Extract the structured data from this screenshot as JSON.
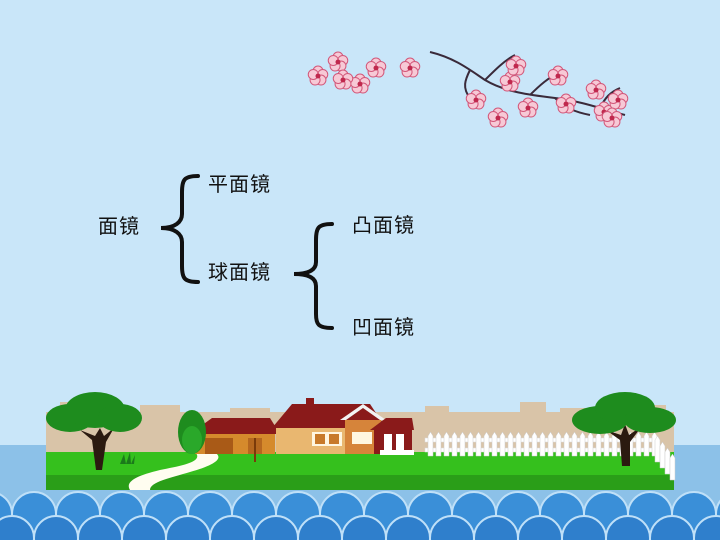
{
  "diagram": {
    "root": "面镜",
    "level1": [
      "平面镜",
      "球面镜"
    ],
    "level2": [
      "凸面镜",
      "凹面镜"
    ]
  },
  "decor": {
    "blossom_branch": "cherry-blossom-branch",
    "landscape": "house-landscape",
    "sky_color": "#c9e6f9",
    "water_color": "#3a8fd8",
    "grass_color": "#35c01d"
  }
}
